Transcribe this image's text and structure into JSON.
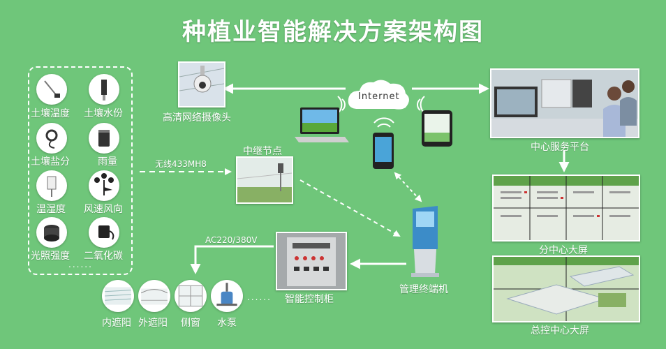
{
  "title": "种植业智能解决方案架构图",
  "sensors": [
    {
      "label": "土壤温度",
      "icon": "soil-temperature-probe-icon"
    },
    {
      "label": "土壤水份",
      "icon": "soil-moisture-sensor-icon"
    },
    {
      "label": "土壤盐分",
      "icon": "soil-salinity-sensor-icon"
    },
    {
      "label": "雨量",
      "icon": "rain-gauge-icon"
    },
    {
      "label": "温湿度",
      "icon": "temp-humidity-sensor-icon"
    },
    {
      "label": "风速风向",
      "icon": "anemometer-icon"
    },
    {
      "label": "光照强度",
      "icon": "light-sensor-icon"
    },
    {
      "label": "二氧化碳",
      "icon": "co2-sensor-icon"
    }
  ],
  "sensor_more": "......",
  "camera_label": "高清网络摄像头",
  "internet_label": "Internet",
  "wireless_label": "无线433MH8",
  "relay_label": "中继节点",
  "terminal_label": "管理终端机",
  "cabinet_label": "智能控制柜",
  "voltage_label": "AC220/380V",
  "center_platform_label": "中心服务平台",
  "sub_center_label": "分中心大屏",
  "master_center_label": "总控中心大屏",
  "actuators": [
    {
      "label": "内遮阳",
      "icon": "inner-shade-icon"
    },
    {
      "label": "外遮阳",
      "icon": "outer-shade-icon"
    },
    {
      "label": "侧窗",
      "icon": "side-window-icon"
    },
    {
      "label": "水泵",
      "icon": "water-pump-icon"
    }
  ],
  "actuator_more": "......",
  "colors": {
    "background": "#6fc67a",
    "line": "#ffffff"
  }
}
